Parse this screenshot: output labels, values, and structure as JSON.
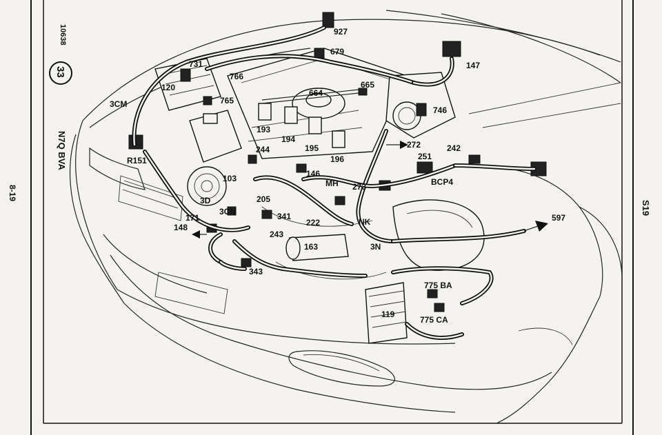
{
  "page": {
    "doc_number": "10638",
    "section_number": "33",
    "engine_code": "N7Q BVA",
    "page_ref_left": "8-19",
    "page_ref_right": "S19"
  },
  "labels": {
    "l927": "927",
    "l679": "679",
    "l147": "147",
    "l731": "731",
    "l766": "766",
    "l665": "665",
    "l664": "664",
    "l120": "120",
    "l3CM": "3CM",
    "l765": "765",
    "l746": "746",
    "l193": "193",
    "l194": "194",
    "l195": "195",
    "l272": "272",
    "l244": "244",
    "l251": "251",
    "l242": "242",
    "l196": "196",
    "lR151": "R151",
    "l146": "146",
    "lBCP4": "BCP4",
    "l103": "103",
    "lMH": "MH",
    "l273": "273",
    "l3D": "3D",
    "l205": "205",
    "l3CN": "3CN",
    "l597": "597",
    "l171": "171",
    "l341": "341",
    "l222": "222",
    "lNK": "NK",
    "l148": "148",
    "l243": "243",
    "l163": "163",
    "l3N": "3N",
    "l343": "343",
    "l775BA": "775 BA",
    "l119": "119",
    "l775CA": "775 CA"
  },
  "colors": {
    "ink": "#111111",
    "paper": "#f4f3f0"
  }
}
